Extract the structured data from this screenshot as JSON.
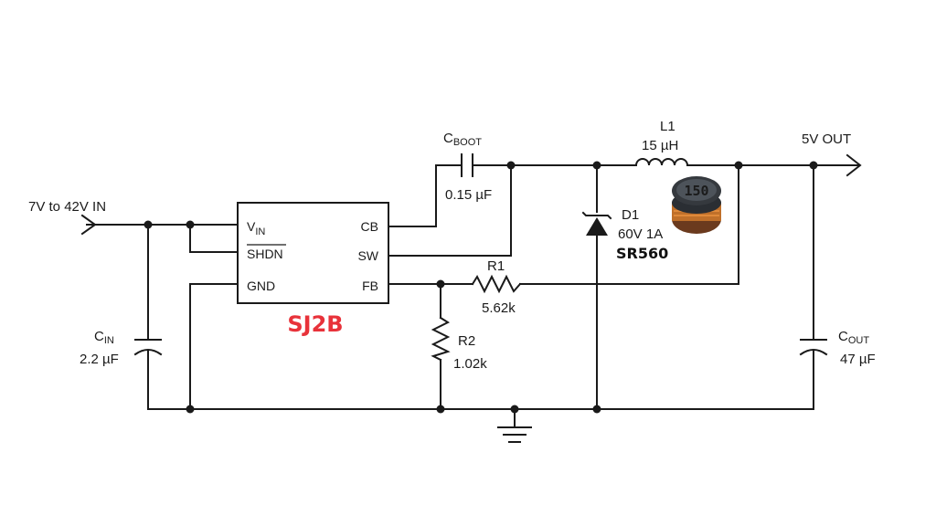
{
  "colors": {
    "wire": "#1a1a1a",
    "ic_part_number": "#e8323a"
  },
  "input": {
    "label": "7V to 42V IN"
  },
  "output": {
    "label": "5V OUT"
  },
  "ic": {
    "part_number": "SJ2B",
    "pins": {
      "vin_main": "V",
      "vin_sub": "IN",
      "shdn": "SHDN",
      "gnd": "GND",
      "cb": "CB",
      "sw": "SW",
      "fb": "FB"
    }
  },
  "c_boot": {
    "name_main": "C",
    "name_sub": "BOOT",
    "value": "0.15 µF"
  },
  "l1": {
    "name": "L1",
    "value": "15 µH",
    "photo_marking": "150"
  },
  "d1": {
    "name": "D1",
    "rating": "60V 1A",
    "part_number": "SR560"
  },
  "r1": {
    "name": "R1",
    "value": "5.62k"
  },
  "r2": {
    "name": "R2",
    "value": "1.02k"
  },
  "c_in": {
    "name_main": "C",
    "name_sub": "IN",
    "value": "2.2 µF"
  },
  "c_out": {
    "name_main": "C",
    "name_sub": "OUT",
    "value": "47 µF"
  }
}
